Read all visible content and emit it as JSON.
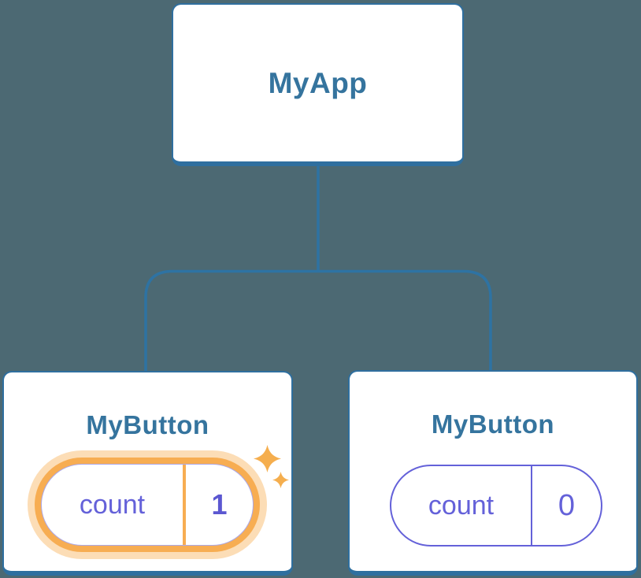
{
  "diagram": {
    "description": "React component tree with state",
    "root": {
      "label": "MyApp"
    },
    "children": [
      {
        "label": "MyButton",
        "state": {
          "name": "count",
          "value": "1"
        },
        "highlighted": true,
        "effect": "sparkles"
      },
      {
        "label": "MyButton",
        "state": {
          "name": "count",
          "value": "0"
        },
        "highlighted": false,
        "effect": "none"
      }
    ]
  },
  "colors": {
    "background": "#4C6973",
    "card_bg": "#FFFFFF",
    "card_border": "#2F6F9F",
    "connector": "#2E73A3",
    "title_text": "#35749E",
    "violet": "#6461D9",
    "value_text": "#5B57D1",
    "orange": "#F7AD52",
    "orange_halo": "rgba(247, 173, 82, 0.42)",
    "sparkle": "#F5AE4E"
  }
}
